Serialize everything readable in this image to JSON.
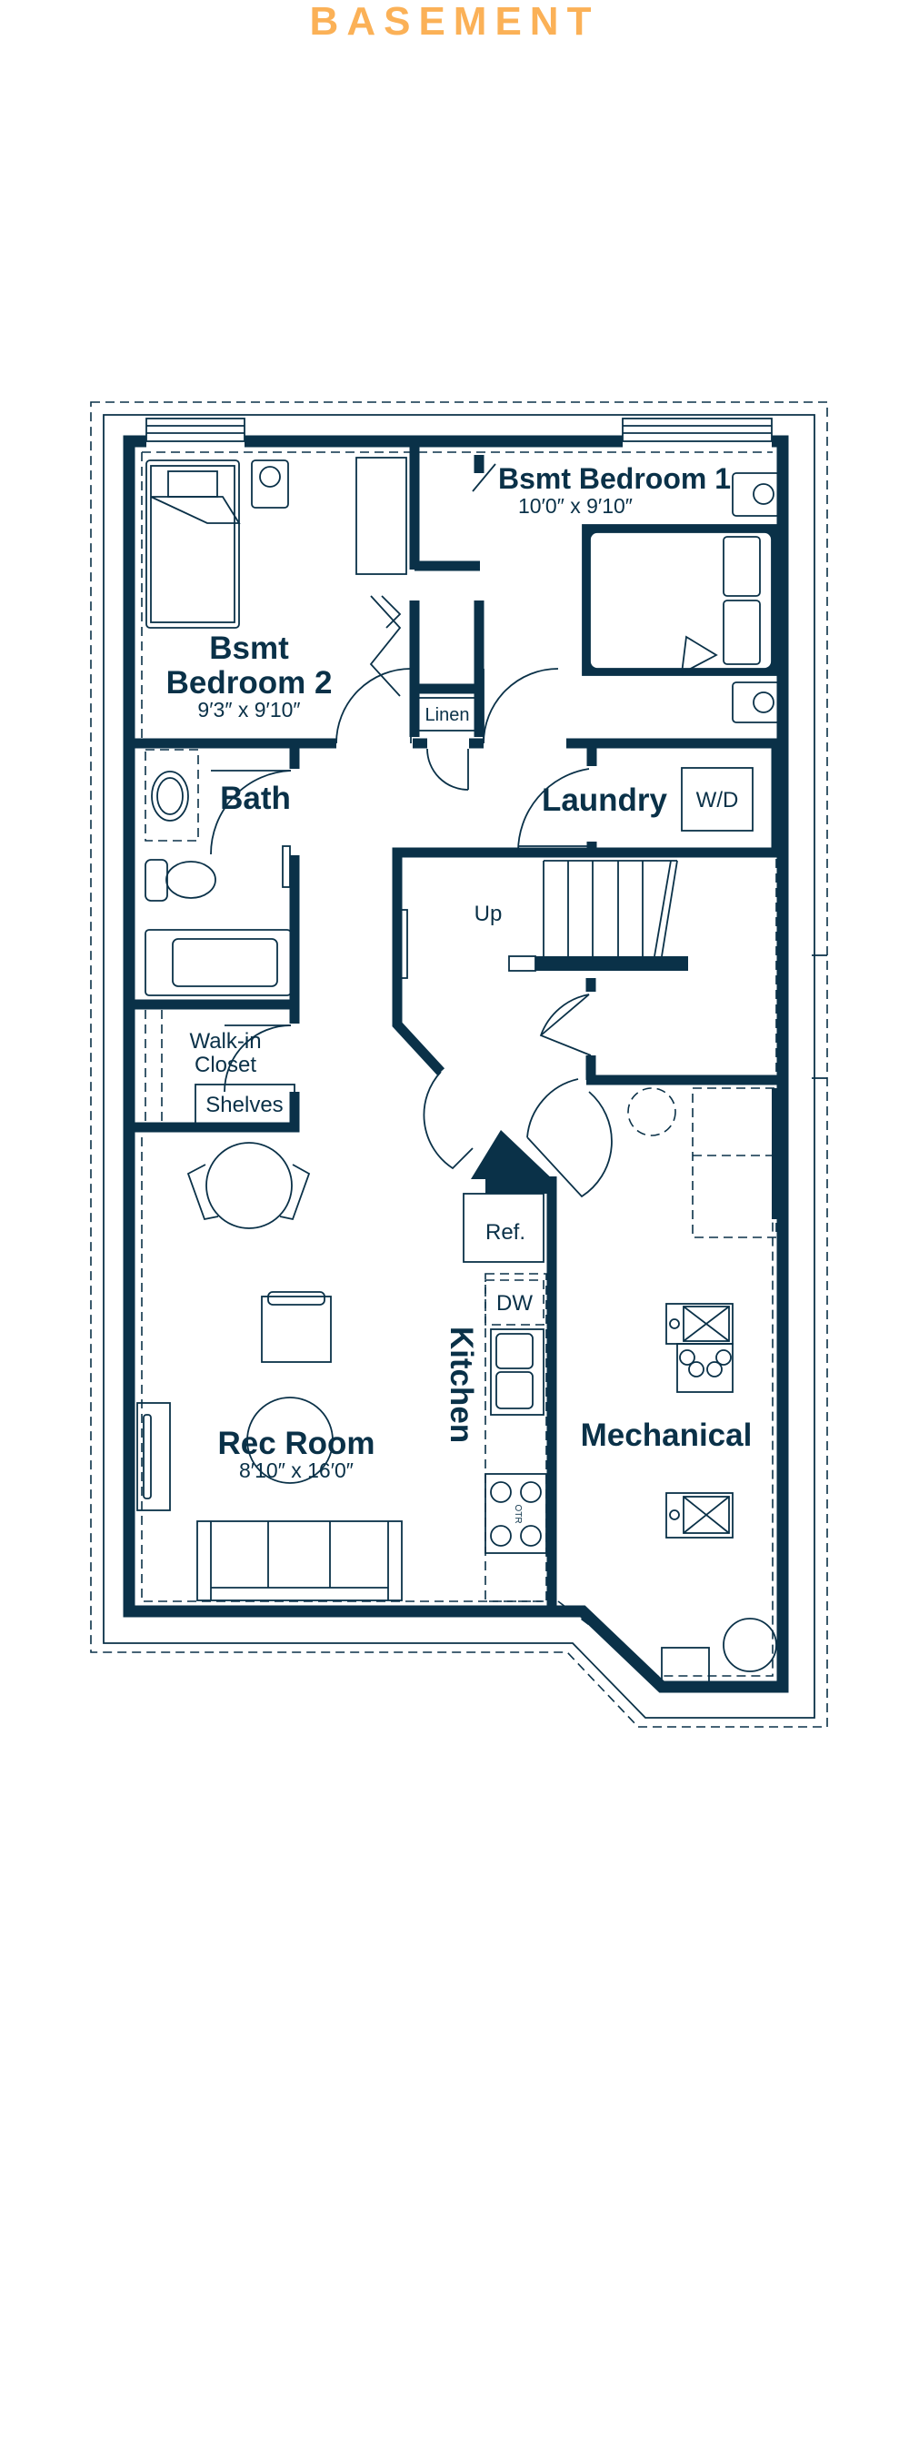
{
  "title": "BASEMENT",
  "colors": {
    "title": "#FBB157",
    "walls": "#0A3148"
  },
  "rooms": {
    "bedroom1": {
      "name": "Bsmt Bedroom 1",
      "dims": "10′0″ x 9′10″"
    },
    "bedroom2": {
      "name_line1": "Bsmt",
      "name_line2": "Bedroom 2",
      "dims": "9′3″ x 9′10″"
    },
    "linen": "Linen",
    "bath": "Bath",
    "laundry": "Laundry",
    "washer_dryer": "W/D",
    "stairs": "Up",
    "closet": {
      "line1": "Walk-in",
      "line2": "Closet",
      "shelves": "Shelves"
    },
    "rec_room": {
      "name": "Rec Room",
      "dims": "8′10″ x 16′0″"
    },
    "kitchen": {
      "name": "Kitchen",
      "ref": "Ref.",
      "dw": "DW",
      "otr": "OTR"
    },
    "mechanical": "Mechanical"
  }
}
